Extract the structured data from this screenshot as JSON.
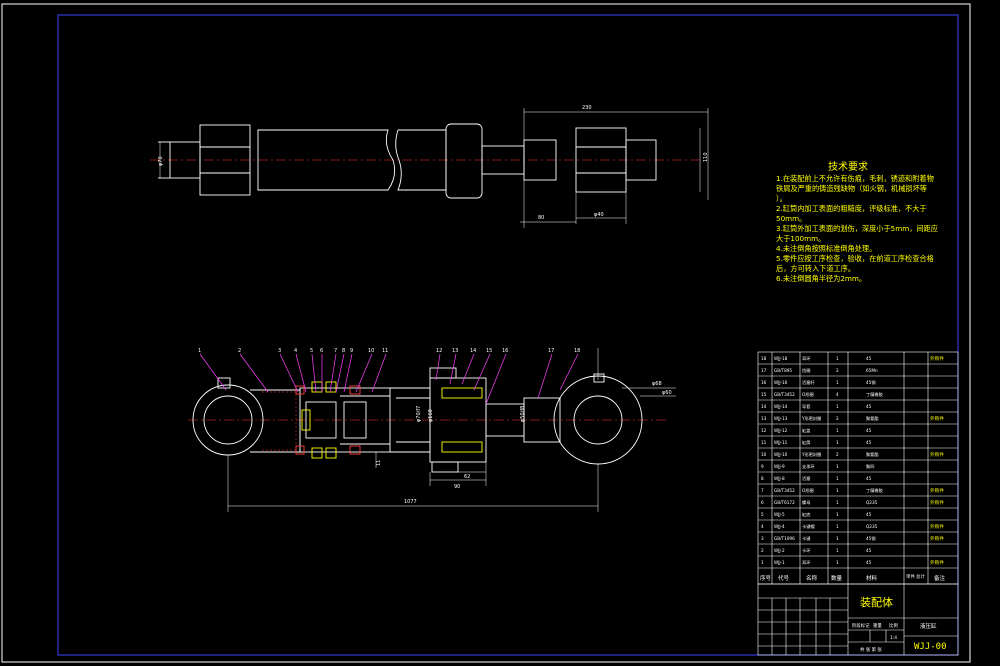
{
  "tech": {
    "title": "技术要求",
    "lines": [
      "1.在装配前上不允许有伤痕，毛刺，锈迹和附着物",
      "铁屑及严重的铸造残缺物（如火钢，机械损坏等",
      "）。",
      "2.缸筒内加工表面的粗糙度，评级标准，不大于",
      "50mm。",
      "3.缸筒外加工表面的划伤，深度小于5mm，间距应",
      "大于100mm。",
      "4.未注倒角按照标准倒角处理。",
      "5.零件应按工序检查，验收，在前道工序检查合格",
      "后，方可转入下道工序。",
      "6.未注倒圆角半径为2mm。"
    ]
  },
  "dims": {
    "top_length": "230",
    "top_dia_left": "φ70",
    "top_dia_right": "110",
    "top_sub1": "80",
    "top_sub2": "φ40",
    "bottom_overall": "1077",
    "dia_a": "φ68",
    "dia_b": "φ60",
    "len_a": "62",
    "len_b": "90",
    "small_a": "11",
    "inner_a": "φ70/f7",
    "inner_b": "φ160",
    "inner_c": "φ50/f8"
  },
  "bom": {
    "rows": [
      {
        "no": "18",
        "code": "WJJ-18",
        "name": "耳环",
        "qty": "1",
        "mat": "45",
        "note": "外购件"
      },
      {
        "no": "17",
        "code": "GB/T895",
        "name": "挡圈",
        "qty": "2",
        "mat": "65Mn",
        "note": ""
      },
      {
        "no": "16",
        "code": "WJJ-16",
        "name": "活塞杆",
        "qty": "1",
        "mat": "45钢",
        "note": ""
      },
      {
        "no": "15",
        "code": "GB/T3452",
        "name": "O形圈",
        "qty": "4",
        "mat": "丁腈橡胶",
        "note": ""
      },
      {
        "no": "14",
        "code": "WJJ-14",
        "name": "导套",
        "qty": "1",
        "mat": "45",
        "note": ""
      },
      {
        "no": "13",
        "code": "WJJ-13",
        "name": "Y形密封圈",
        "qty": "2",
        "mat": "聚氨酯",
        "note": "外购件"
      },
      {
        "no": "12",
        "code": "WJJ-12",
        "name": "缸盖",
        "qty": "1",
        "mat": "45",
        "note": ""
      },
      {
        "no": "11",
        "code": "WJJ-11",
        "name": "缸筒",
        "qty": "1",
        "mat": "45",
        "note": ""
      },
      {
        "no": "10",
        "code": "WJJ-10",
        "name": "Y形密封圈",
        "qty": "2",
        "mat": "聚氨酯",
        "note": "外购件"
      },
      {
        "no": "9",
        "code": "WJJ-9",
        "name": "支承环",
        "qty": "1",
        "mat": "聚四",
        "note": ""
      },
      {
        "no": "8",
        "code": "WJJ-8",
        "name": "活塞",
        "qty": "1",
        "mat": "45",
        "note": ""
      },
      {
        "no": "7",
        "code": "GB/T3452",
        "name": "O形圈",
        "qty": "1",
        "mat": "丁腈橡胶",
        "note": "外购件"
      },
      {
        "no": "6",
        "code": "GB/T6172",
        "name": "螺母",
        "qty": "1",
        "mat": "Q235",
        "note": "外购件"
      },
      {
        "no": "5",
        "code": "WJJ-5",
        "name": "缸底",
        "qty": "1",
        "mat": "45",
        "note": ""
      },
      {
        "no": "4",
        "code": "WJJ-4",
        "name": "卡键帽",
        "qty": "1",
        "mat": "Q235",
        "note": "外购件"
      },
      {
        "no": "3",
        "code": "GB/T1096",
        "name": "卡键",
        "qty": "1",
        "mat": "45钢",
        "note": "外购件"
      },
      {
        "no": "2",
        "code": "WJJ-2",
        "name": "卡环",
        "qty": "1",
        "mat": "45",
        "note": ""
      },
      {
        "no": "1",
        "code": "WJJ-1",
        "name": "耳环",
        "qty": "1",
        "mat": "45",
        "note": "外购件"
      }
    ],
    "header": {
      "no": "序号",
      "code": "代号",
      "name": "名称",
      "qty": "数量",
      "mat": "材料",
      "unit_w": "单件",
      "total_w": "总计",
      "note": "备注"
    }
  },
  "titleblock": {
    "title": "装配体",
    "company": "液压缸",
    "code": "WJJ-00",
    "scale": "1:4",
    "stage": "阶段标记",
    "weight": "重量",
    "ratio": "比例",
    "sheets": "共 张 第 张"
  },
  "callouts": [
    "1",
    "2",
    "3",
    "4",
    "5",
    "6",
    "7",
    "8",
    "9",
    "10",
    "11",
    "12",
    "13",
    "14",
    "15",
    "16",
    "17",
    "18"
  ]
}
